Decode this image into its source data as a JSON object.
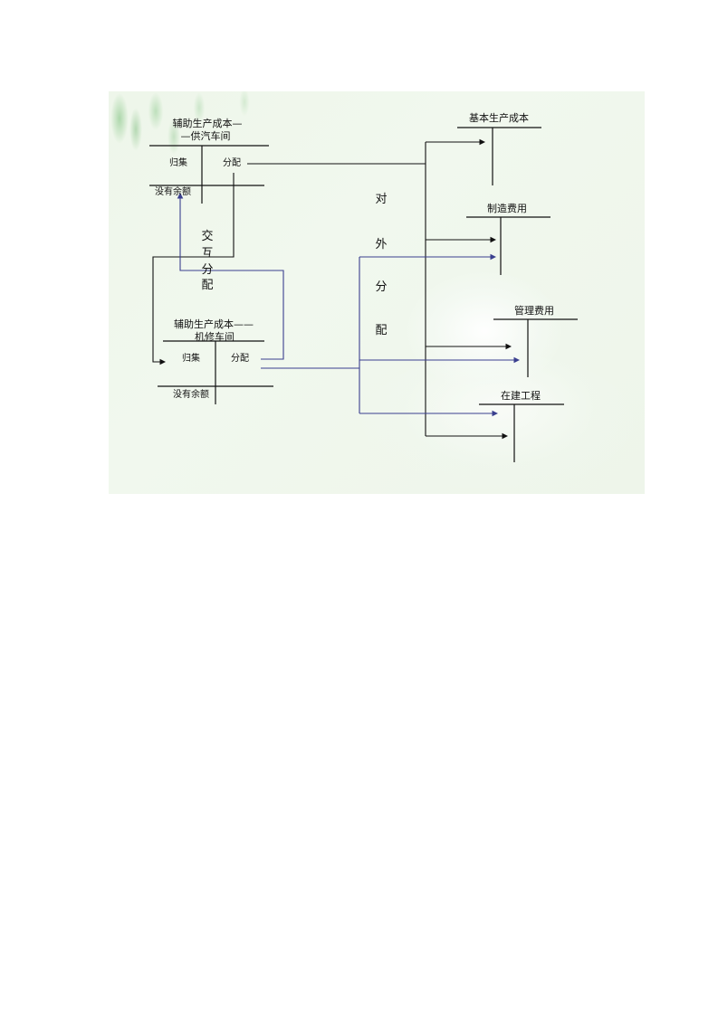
{
  "diagram": {
    "account_steam": {
      "title_line1": "辅助生产成本—",
      "title_line2": "—供汽车间",
      "debit": "归集",
      "credit": "分配",
      "balance": "没有余额"
    },
    "account_repair": {
      "title_line1": "辅助生产成本——",
      "title_line2": "机修车间",
      "debit": "归集",
      "credit": "分配",
      "balance": "没有余额"
    },
    "mutual_allocation": [
      "交",
      "互",
      "分",
      "配"
    ],
    "external_allocation": [
      "对",
      "外",
      "分",
      "配"
    ],
    "targets": [
      {
        "label": "基本生产成本"
      },
      {
        "label": "制造费用"
      },
      {
        "label": "管理费用"
      },
      {
        "label": "在建工程"
      }
    ],
    "colors": {
      "black_line": "#111111",
      "blue_line": "#3a3f8f",
      "background": "#eef6ea"
    }
  }
}
